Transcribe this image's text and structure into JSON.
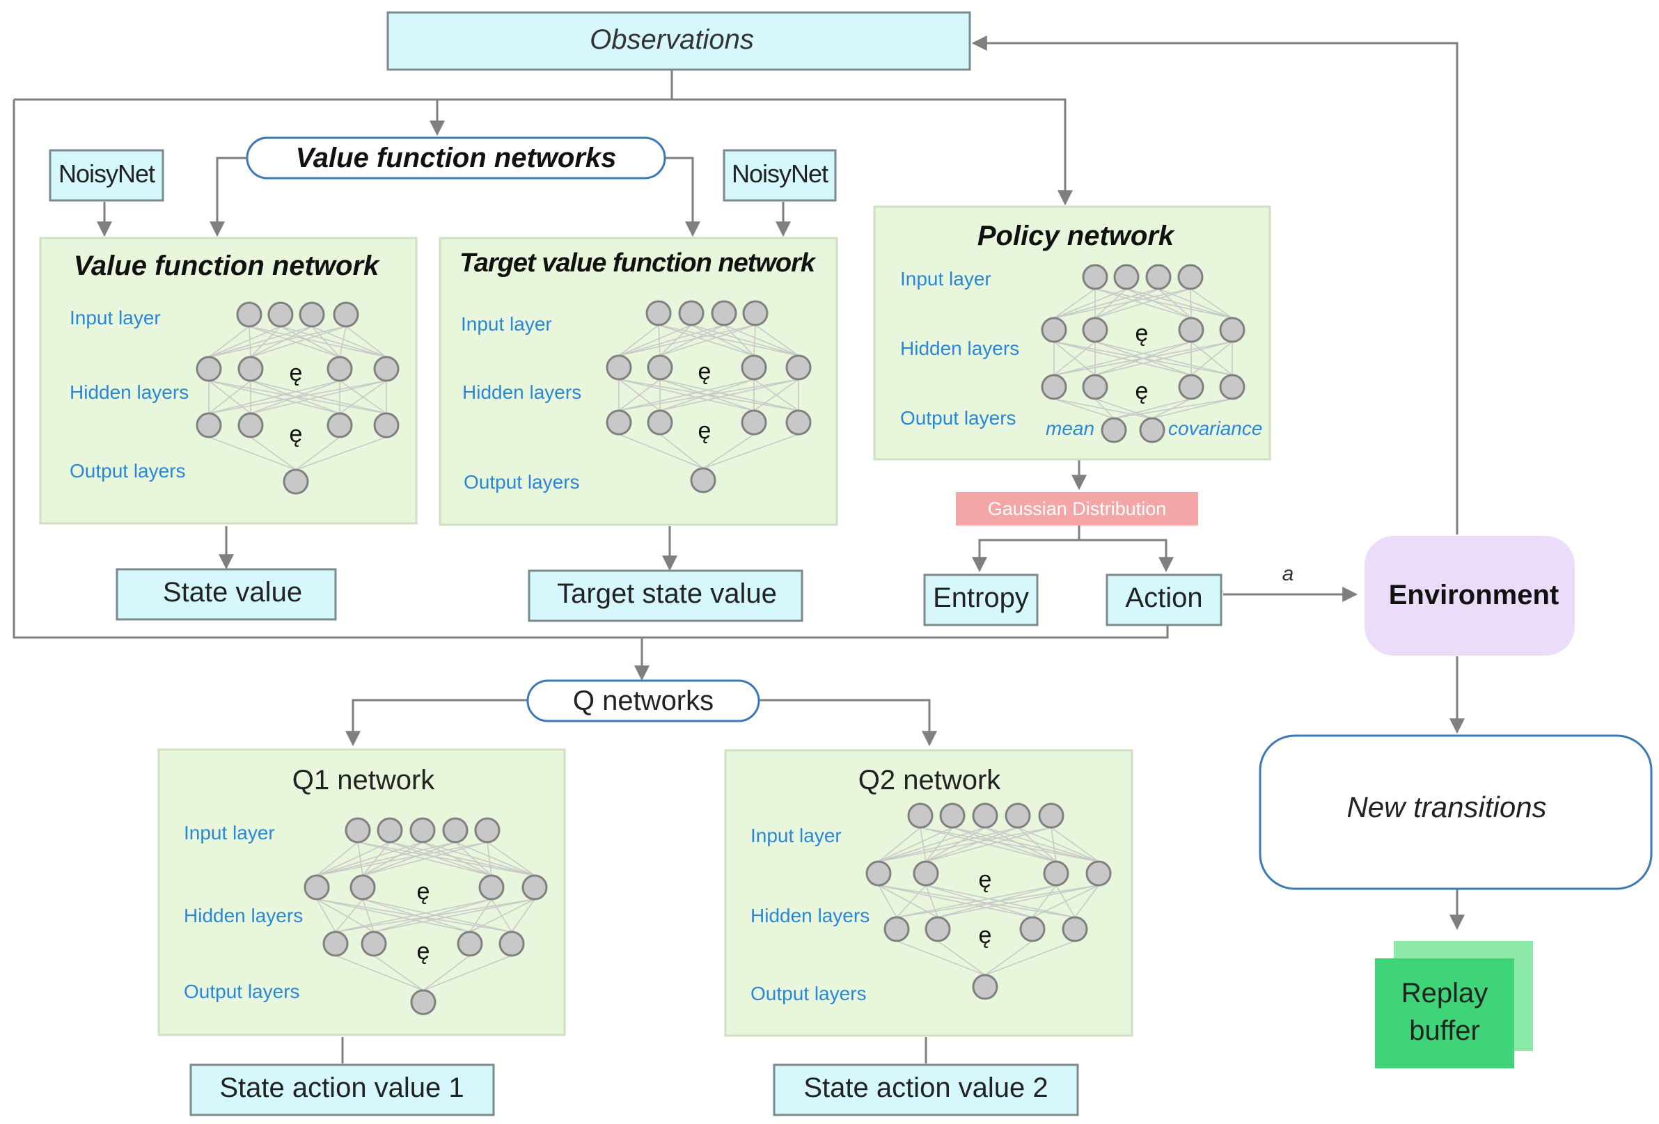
{
  "observations": "Observations",
  "value_function_networks": "Value function networks",
  "noisynet_left": "NoisyNet",
  "noisynet_right": "NoisyNet",
  "value_net": {
    "title": "Value function network",
    "input": "Input layer",
    "hidden": "Hidden  layers",
    "output": "Output  layers",
    "dots1": "ę",
    "dots2": "ę"
  },
  "target_net": {
    "title": "Target value function network",
    "input": "Input layer",
    "hidden": "Hidden  layers",
    "output": "Output  layers",
    "dots1": "ę",
    "dots2": "ę"
  },
  "policy_net": {
    "title": "Policy network",
    "input": "Input layer",
    "hidden": "Hidden  layers",
    "output": "Output  layers",
    "mean": "mean",
    "covariance": "covariance",
    "dots1": "ę",
    "dots2": "ę"
  },
  "gaussian": "Gaussian Distribution",
  "entropy": "Entropy",
  "action": "Action",
  "action_symbol": "a",
  "environment": "Environment",
  "state_value": "State value",
  "target_state_value": "Target state value",
  "q_networks": "Q networks",
  "q1": {
    "title": "Q1 network",
    "input": "Input layer",
    "hidden": "Hidden  layers",
    "output": "Output  layers",
    "dots1": "ę",
    "dots2": "ę"
  },
  "q2": {
    "title": "Q2 network",
    "input": "Input layer",
    "hidden": "Hidden  layers",
    "output": "Output  layers",
    "dots1": "ę",
    "dots2": "ę"
  },
  "state_action_value_1": "State action value 1",
  "state_action_value_2": "State action value 2",
  "new_transitions": "New transitions",
  "replay_buffer_line1": "Replay",
  "replay_buffer_line2": "buffer",
  "colors": {
    "io_box": "#d6f7fc",
    "network_box": "#e8f7dc",
    "gaussian": "#f4a6a6",
    "environment": "#ebdcfa",
    "replay_front": "#3fd477",
    "replay_back": "#8ce8a6",
    "layer_label": "#2b86d8"
  }
}
